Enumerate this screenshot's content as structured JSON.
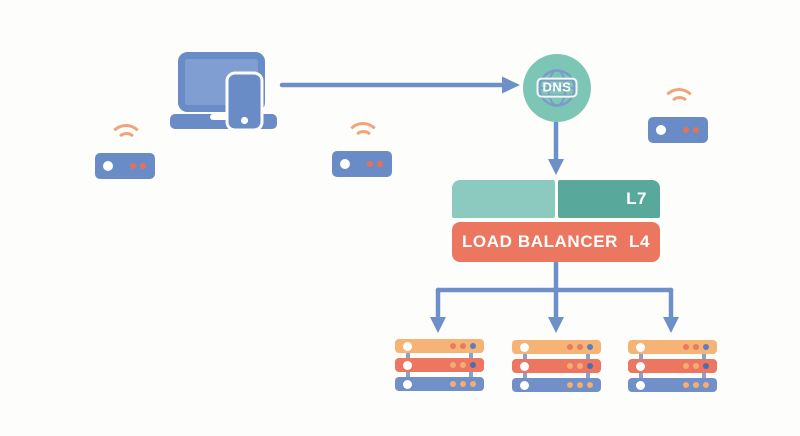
{
  "diagram": {
    "type": "network-architecture",
    "dns_label": "DNS",
    "load_balancer": {
      "l7_label": "L7",
      "title": "LOAD BALANCER",
      "l4_label": "L4"
    },
    "nodes": [
      {
        "id": "client-devices",
        "icon": "laptop-phone-icon"
      },
      {
        "id": "router-left",
        "icon": "wifi-router-icon"
      },
      {
        "id": "router-middle",
        "icon": "wifi-router-icon"
      },
      {
        "id": "router-right",
        "icon": "wifi-router-icon"
      },
      {
        "id": "dns",
        "icon": "globe-icon",
        "label": "DNS"
      },
      {
        "id": "load-balancer",
        "labels": [
          "L7",
          "LOAD BALANCER",
          "L4"
        ]
      },
      {
        "id": "server-stack-1",
        "icon": "server-rack-icon"
      },
      {
        "id": "server-stack-2",
        "icon": "server-rack-icon"
      },
      {
        "id": "server-stack-3",
        "icon": "server-rack-icon"
      }
    ],
    "edges": [
      {
        "from": "client-devices",
        "to": "dns",
        "type": "arrow"
      },
      {
        "from": "dns",
        "to": "load-balancer",
        "type": "arrow"
      },
      {
        "from": "load-balancer",
        "to": "server-stack-1",
        "type": "arrow"
      },
      {
        "from": "load-balancer",
        "to": "server-stack-2",
        "type": "arrow"
      },
      {
        "from": "load-balancer",
        "to": "server-stack-3",
        "type": "arrow"
      }
    ],
    "colors": {
      "arrow_blue": "#6e90c8",
      "device_blue": "#6a8cc6",
      "screen_blue": "#819ed2",
      "teal_light": "#8ccac0",
      "teal_dark": "#58a89c",
      "dns_teal": "#7dc6b6",
      "coral": "#ec7760",
      "orange": "#f5b476",
      "wifi_orange": "#f0a477",
      "server_blue": "#7190c7",
      "background": "#fdfdfb"
    }
  }
}
